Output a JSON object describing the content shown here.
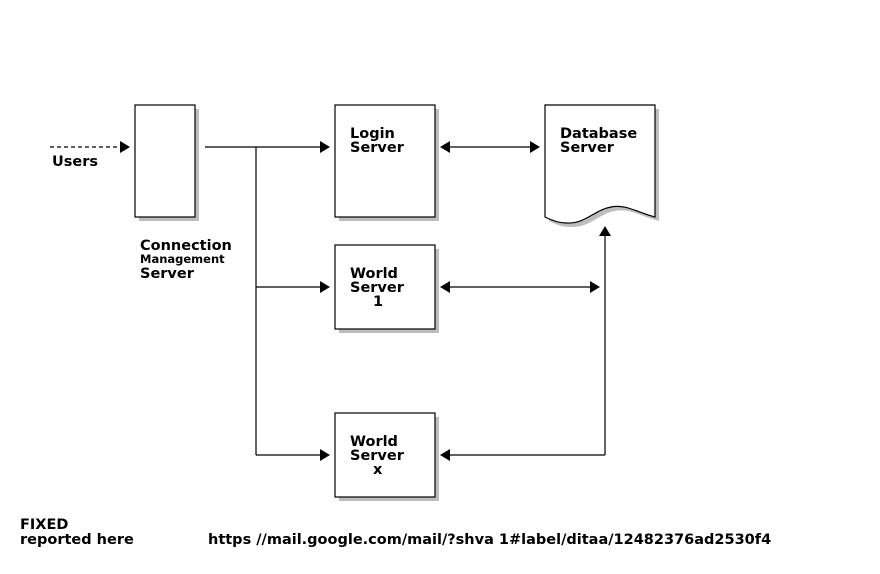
{
  "nodes": {
    "users": {
      "label": "Users"
    },
    "connection_server": {
      "lines": [
        "Connection",
        "Management",
        "Server"
      ]
    },
    "login_server": {
      "lines": [
        "Login",
        "Server"
      ]
    },
    "database_server": {
      "lines": [
        "Database",
        "Server"
      ]
    },
    "world_server_1": {
      "lines": [
        "World",
        "Server",
        "1"
      ]
    },
    "world_server_x": {
      "lines": [
        "World",
        "Server",
        "x"
      ]
    }
  },
  "footer": {
    "status_line1": "FIXED",
    "status_line2": "reported here",
    "url": "https //mail.google.com/mail/?shva 1#label/ditaa/12482376ad2530f4"
  }
}
